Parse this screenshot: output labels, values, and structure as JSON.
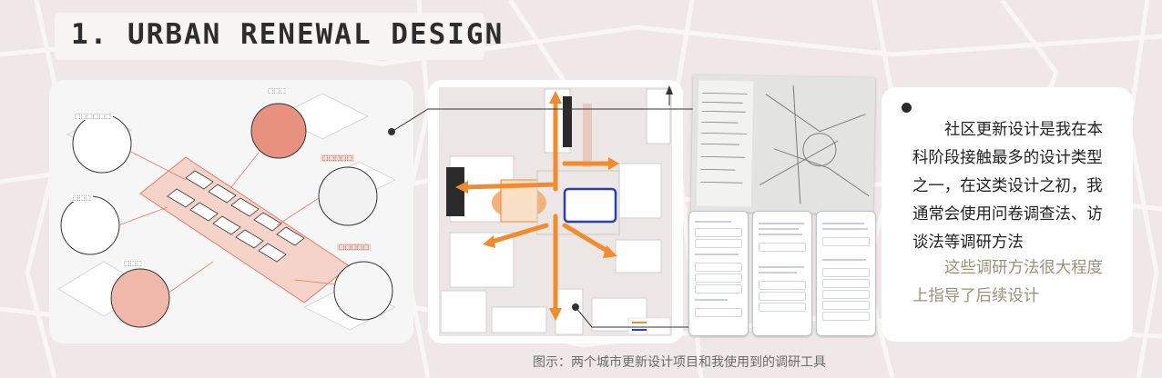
{
  "header": {
    "title": "1. URBAN RENEWAL DESIGN"
  },
  "intro": {
    "main_text": "社区更新设计是我在本科阶段接触最多的设计类型之一，在这类设计之初，我通常会使用问卷调查法、访谈法等调研方法",
    "sub_text": "这些调研方法很大程度上指导了后续设计"
  },
  "caption": "图示：两个城市更新设计项目和我使用到的调研工具",
  "colors": {
    "accent_orange": "#f28a2e",
    "accent_blue": "#2b3fb5",
    "salmon": "#e8917e",
    "sub_text": "#9a9178"
  }
}
